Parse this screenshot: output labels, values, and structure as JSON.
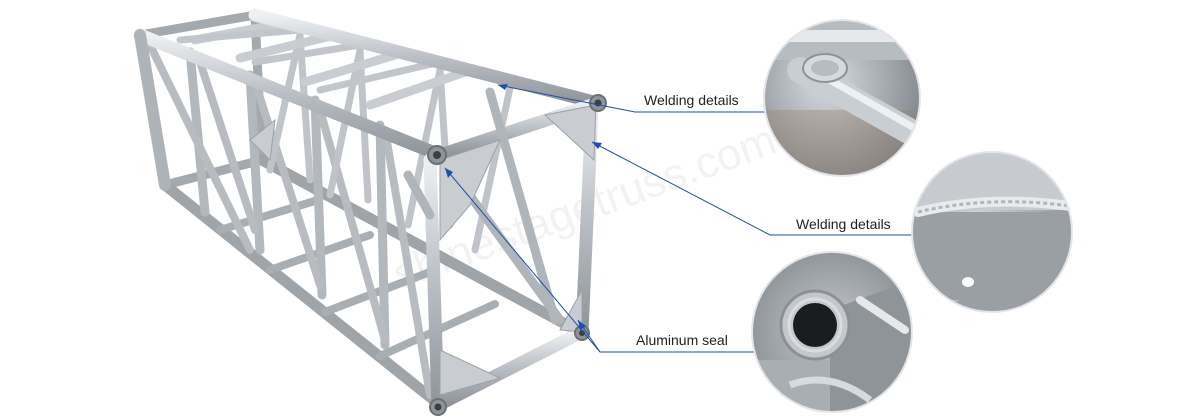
{
  "watermark": "shinestagetruss.com",
  "callouts": {
    "welding_details_top": "Welding details",
    "welding_details_middle": "Welding details",
    "aluminum_seal": "Aluminum seal"
  },
  "colors": {
    "leader_line": "#1f4fa8",
    "truss_tube": "#c4c8cc",
    "background": "#ffffff"
  }
}
